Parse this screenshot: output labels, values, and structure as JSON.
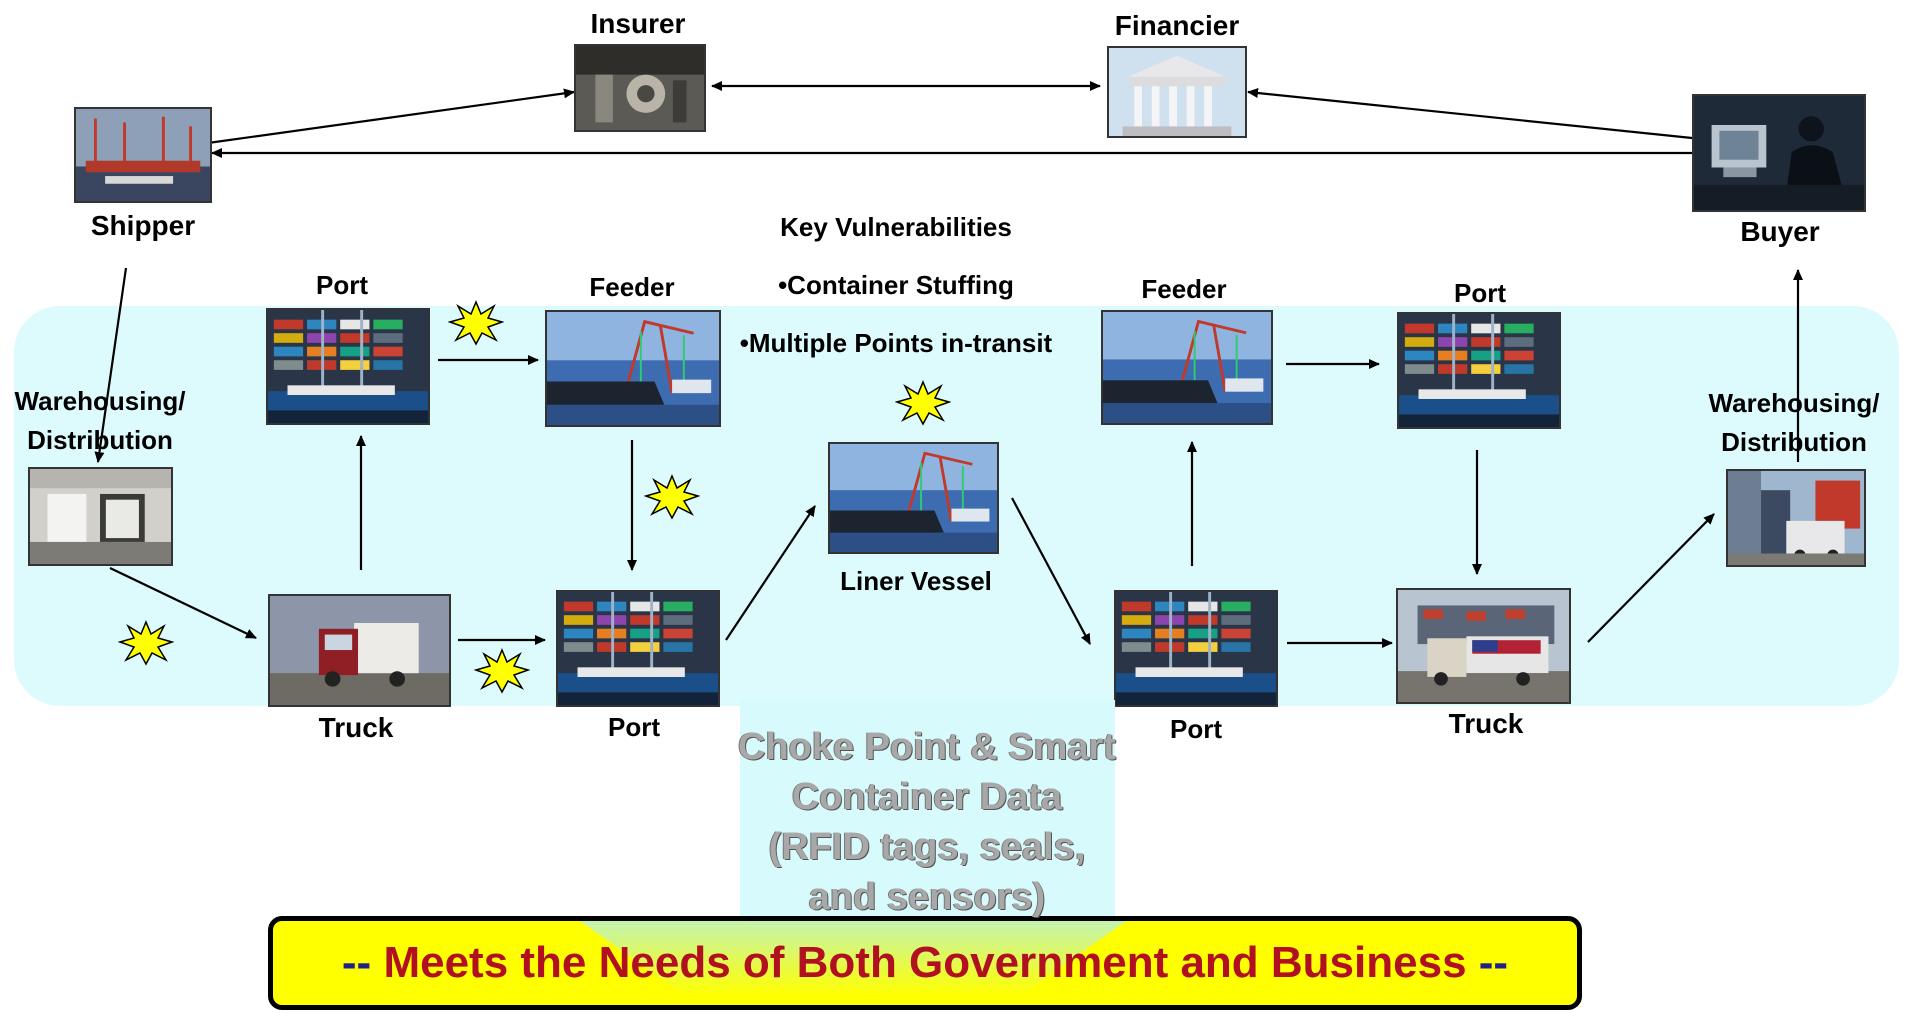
{
  "actors": {
    "insurer": "Insurer",
    "financier": "Financier",
    "shipper": "Shipper",
    "buyer": "Buyer"
  },
  "nodes": {
    "warehouse_left": "Warehousing/\nDistribution",
    "truck_left": "Truck",
    "port_top_left": "Port",
    "feeder_left": "Feeder",
    "port_bottom_left": "Port",
    "liner_vessel": "Liner Vessel",
    "port_bottom_right": "Port",
    "feeder_right": "Feeder",
    "port_top_right": "Port",
    "truck_right": "Truck",
    "warehouse_right": "Warehousing/\nDistribution"
  },
  "vulnerabilities": {
    "heading": "Key Vulnerabilities",
    "items": [
      "•Container Stuffing",
      "•Multiple Points in-transit"
    ]
  },
  "choke_point": "Choke Point & Smart\nContainer Data\n(RFID tags, seals,\nand sensors)",
  "banner": {
    "dash_left": "--",
    "text": " Meets the Needs of Both Government and Business ",
    "dash_right": "--"
  },
  "colors": {
    "zone": "#ddfbfd",
    "banner_bg": "#ffff00",
    "banner_text": "#b01020",
    "banner_dash": "#20208a",
    "star_fill": "#ffff00"
  },
  "icons": {
    "vulnerability_marker": "starburst-icon",
    "photos": [
      "insurer-photo",
      "bank-building-photo",
      "shipyard-photo",
      "buyer-at-computer-photo",
      "warehouse-dock-photo",
      "truck-photo",
      "container-port-photo",
      "container-ship-photo"
    ]
  }
}
